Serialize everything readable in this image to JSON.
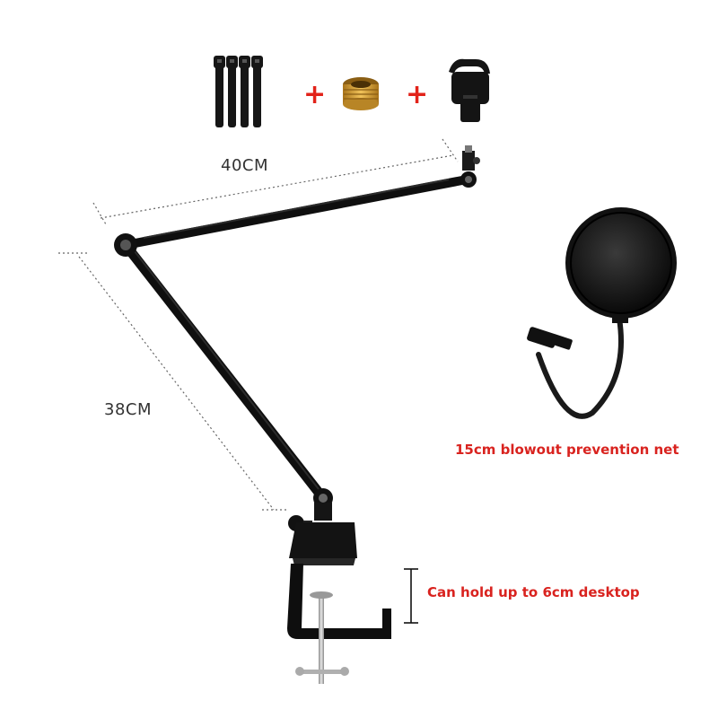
{
  "labels": {
    "arm_upper_length": "40CM",
    "arm_lower_length": "38CM",
    "pop_filter_caption": "15cm blowout prevention net",
    "clamp_caption": "Can hold up to 6cm desktop",
    "plus_1": "+",
    "plus_2": "+"
  },
  "colors": {
    "accent_red": "#d9231f",
    "arm_black": "#111111",
    "dimension_line": "#555555",
    "adapter_gold": "#c9962e"
  },
  "icons": [
    "cable-tie-icon",
    "screw-adapter-icon",
    "mic-clip-icon",
    "pop-filter-icon",
    "boom-arm-icon",
    "desk-clamp-icon"
  ]
}
